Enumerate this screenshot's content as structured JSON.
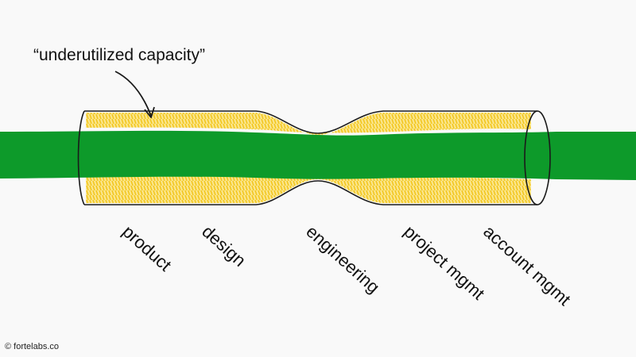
{
  "annotation": {
    "text": "“underutilized capacity”"
  },
  "stages": [
    {
      "label": "product"
    },
    {
      "label": "design"
    },
    {
      "label": "engineering"
    },
    {
      "label": "project mgmt"
    },
    {
      "label": "account mgmt"
    }
  ],
  "credit": "© fortelabs.co",
  "colors": {
    "background": "#f9f9f9",
    "flow_green": "#0d9a2a",
    "capacity_yellow": "#f2d23f",
    "outline": "#1a1a1a"
  }
}
